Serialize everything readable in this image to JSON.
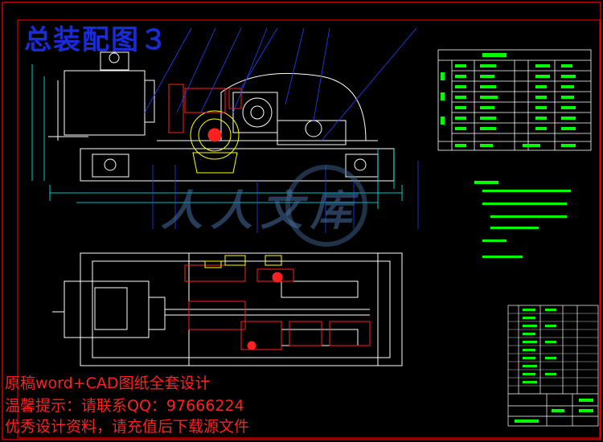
{
  "title": "总装配图３",
  "promo": {
    "line1": "原稿word+CAD图纸全套设计",
    "line2": "温馨提示：请联系QQ：97666224",
    "line3": "优秀设计资料，请充值后下载源文件"
  },
  "watermark": "人人文库",
  "colors": {
    "title": "#1a2bd8",
    "promo": "#ff2020",
    "frame": "#ff0000",
    "outline": "#ffffff",
    "dimension": "#00ffff",
    "leader": "#2040ff",
    "gear": "#ff2020",
    "housing": "#ffff00"
  }
}
